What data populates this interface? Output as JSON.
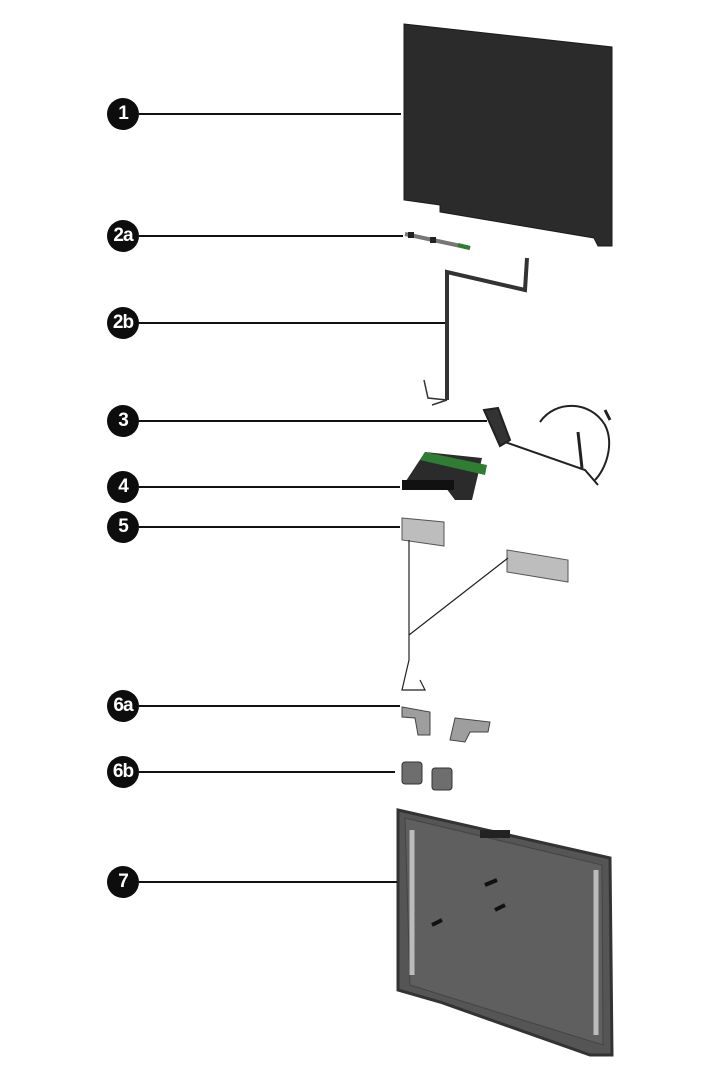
{
  "callouts": [
    {
      "label": "1"
    },
    {
      "label": "2a"
    },
    {
      "label": "2b"
    },
    {
      "label": "3"
    },
    {
      "label": "4"
    },
    {
      "label": "5"
    },
    {
      "label": "6a"
    },
    {
      "label": "6b"
    },
    {
      "label": "7"
    }
  ],
  "colors": {
    "panel": "#2b2b2b",
    "board": "#2f7d32",
    "cover": "#555555"
  }
}
